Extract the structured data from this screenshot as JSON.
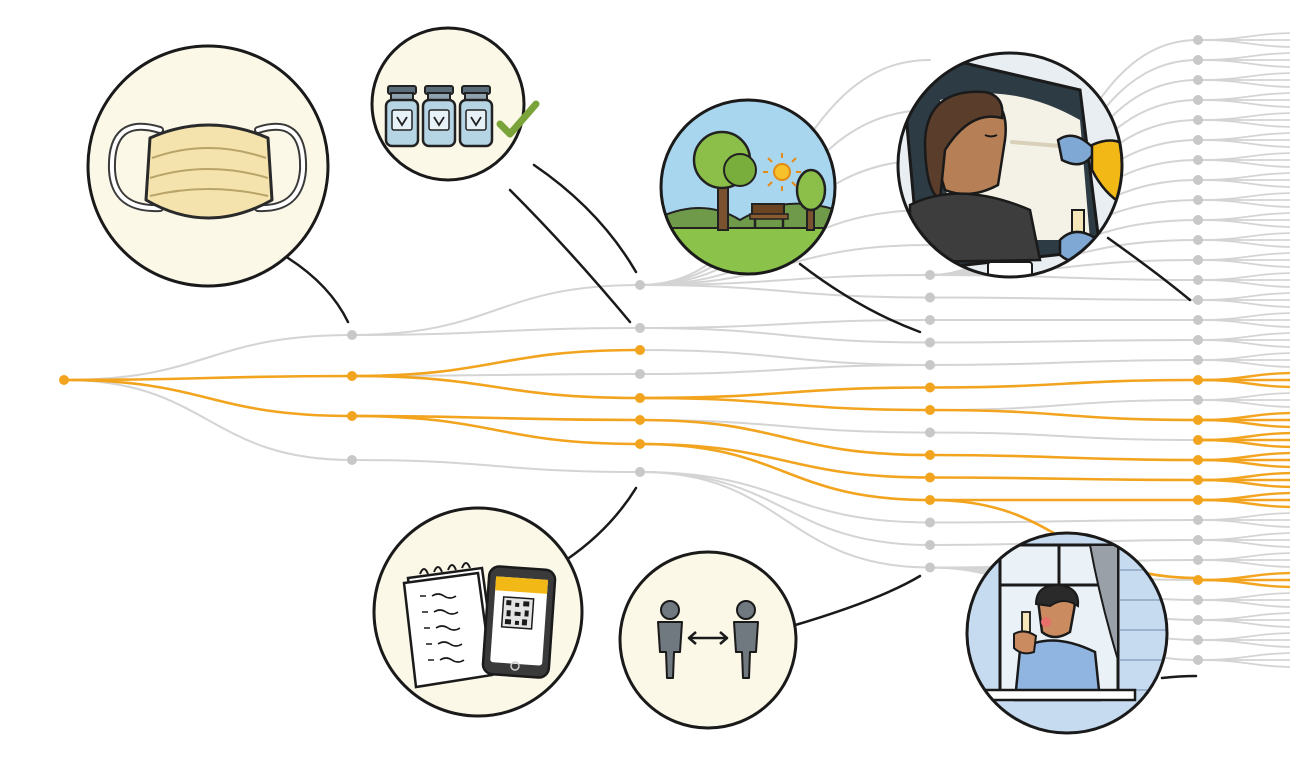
{
  "colors": {
    "background": "#ffffff",
    "active_branch": "#f2a41f",
    "inactive_branch": "#d4d4d4",
    "node_gray": "#c8c8c8",
    "connector": "#1a1a1a",
    "vignette_fill": "#fbf8e8"
  },
  "spread_tree": {
    "generations": 5,
    "highlighted_paths": "orange"
  },
  "vignettes": [
    {
      "icon": "face-mask-icon",
      "theme": "masks"
    },
    {
      "icon": "vaccine-vials-icon",
      "theme": "vaccination"
    },
    {
      "icon": "park-icon",
      "theme": "outdoors"
    },
    {
      "icon": "drive-through-test-icon",
      "theme": "testing"
    },
    {
      "icon": "contact-tracing-icon",
      "theme": "check-in"
    },
    {
      "icon": "social-distancing-icon",
      "theme": "distancing"
    },
    {
      "icon": "self-test-at-home-icon",
      "theme": "isolation"
    }
  ]
}
